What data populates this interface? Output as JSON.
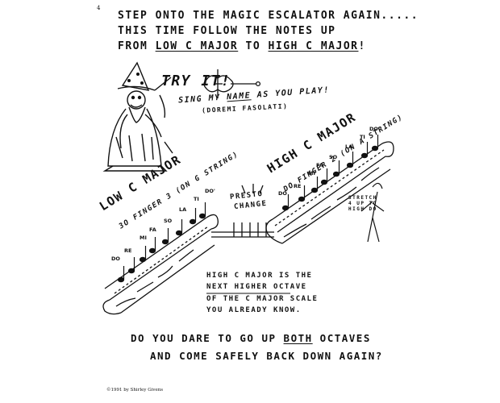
{
  "page_number": "4",
  "header": {
    "line1": "STEP ONTO THE MAGIC ESCALATOR AGAIN.....",
    "line2": "THIS TIME FOLLOW THE NOTES UP",
    "line3_from": "FROM ",
    "line3_low": "LOW C MAJOR",
    "line3_to": " TO ",
    "line3_high": "HIGH C MAJOR",
    "line3_end": "!"
  },
  "wizard": {
    "try_it": "TRY IT!",
    "sing_pre": "SING MY ",
    "sing_name": "NAME",
    "sing_post": " AS YOU PLAY!",
    "doremi": "(DOREMI FASOLATI)"
  },
  "low_c": {
    "title": "LOW C MAJOR",
    "finger": "3O FINGER 3 (ON G STRING)",
    "notes": [
      "DO",
      "RE",
      "MI",
      "FA",
      "SO",
      "LA",
      "TI",
      "DO'"
    ]
  },
  "high_c": {
    "title": "HIGH C MAJOR",
    "finger": "DO FINGER 2 (ON A STRING)",
    "notes": [
      "DO",
      "RE",
      "MI",
      "FA",
      "SO",
      "LA",
      "TI",
      "DO'"
    ]
  },
  "middle": {
    "presto": "PRESTO",
    "change": "CHANGE"
  },
  "stretch_note": "STRETCH 4 UP TO HIGH DO",
  "paragraph": {
    "line1": "HIGH C MAJOR IS THE",
    "line2": "NEXT HIGHER OCTAVE",
    "line3": "OF THE C MAJOR SCALE",
    "line4": "YOU ALREADY KNOW."
  },
  "question": {
    "line1_pre": "DO YOU DARE TO GO UP ",
    "line1_both": "BOTH",
    "line1_post": " OCTAVES",
    "line2": "AND COME SAFELY BACK DOWN AGAIN?"
  },
  "copyright": "©1991 by Shirley Givens"
}
